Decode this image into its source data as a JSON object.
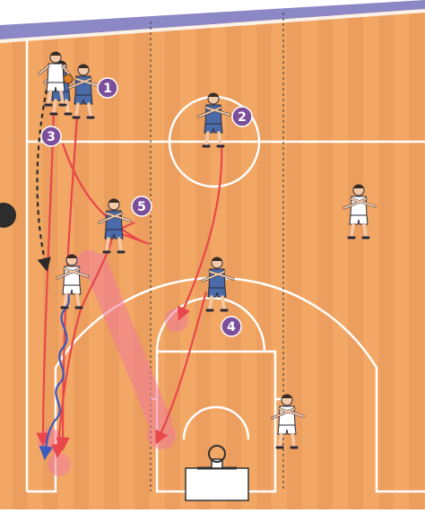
{
  "diagram": {
    "court": {
      "floor_color": "#f2a864",
      "stripe_color": "#e8965a",
      "line_color": "#ffffff",
      "border_color": "#7a76b8",
      "guide_line_color": "#333333"
    },
    "colors": {
      "attacker_kit": "#4a6aa8",
      "defender_kit": "#ffffff",
      "badge": "#7b4f9a",
      "badge_text": "#ffffff",
      "pass_arrow": "#e8474b",
      "dribble_arrow": "#3b5bbf",
      "screen_highlight": "#f07b9c",
      "dashed_arrow": "#2a2a2a"
    },
    "badges": [
      {
        "id": "1",
        "label": "1"
      },
      {
        "id": "2",
        "label": "2"
      },
      {
        "id": "3",
        "label": "3"
      },
      {
        "id": "4",
        "label": "4"
      },
      {
        "id": "5",
        "label": "5"
      }
    ],
    "players": {
      "attackers": [
        "attacker-1",
        "attacker-2",
        "attacker-3",
        "attacker-4",
        "attacker-5"
      ],
      "defenders": [
        "defender-a",
        "defender-b",
        "defender-c",
        "defender-d"
      ]
    },
    "icons": [
      "basket-icon",
      "ball-icon",
      "screen-icon"
    ]
  }
}
